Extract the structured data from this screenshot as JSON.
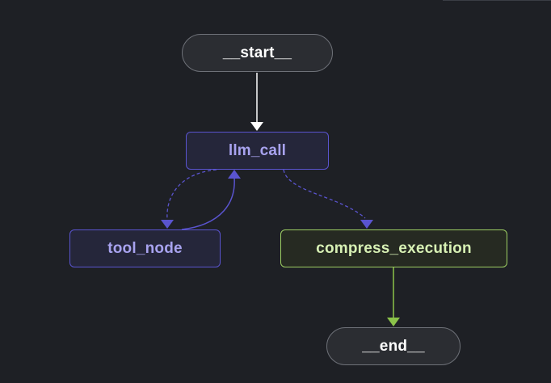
{
  "diagram": {
    "nodes": {
      "start": {
        "label": "__start__"
      },
      "llm_call": {
        "label": "llm_call"
      },
      "tool_node": {
        "label": "tool_node"
      },
      "compress_execution": {
        "label": "compress_execution"
      },
      "end": {
        "label": "__end__"
      }
    },
    "edges": [
      {
        "from": "__start__",
        "to": "llm_call",
        "style": "solid"
      },
      {
        "from": "llm_call",
        "to": "tool_node",
        "style": "dashed"
      },
      {
        "from": "tool_node",
        "to": "llm_call",
        "style": "solid"
      },
      {
        "from": "llm_call",
        "to": "compress_execution",
        "style": "dashed"
      },
      {
        "from": "compress_execution",
        "to": "__end__",
        "style": "solid"
      }
    ],
    "colors": {
      "background": "#1e2025",
      "default_edge": "#ffffff",
      "llm_edge": "#5a54cf",
      "compress_edge": "#8bc34a"
    }
  }
}
